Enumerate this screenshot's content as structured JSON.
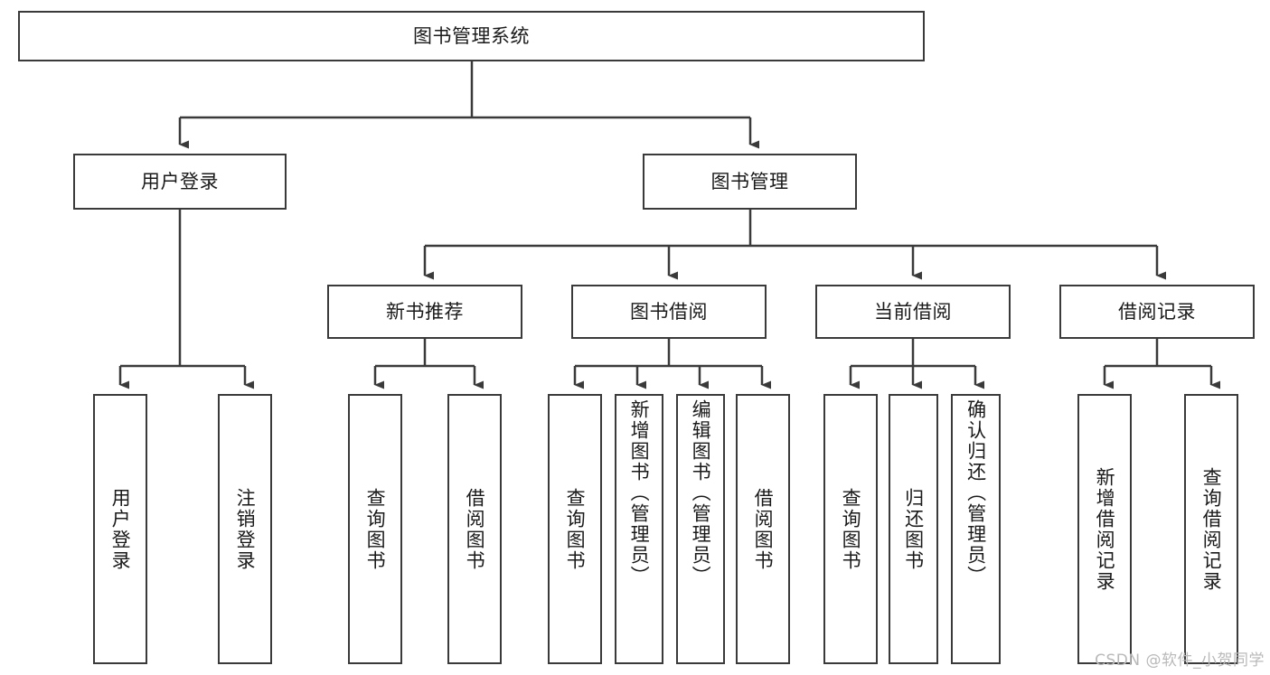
{
  "diagram": {
    "title": "图书管理系统",
    "type": "tree-hierarchy",
    "root": {
      "id": "root",
      "label": "图书管理系统"
    },
    "level2": [
      {
        "id": "user-login",
        "label": "用户登录"
      },
      {
        "id": "book-management",
        "label": "图书管理"
      }
    ],
    "level3": [
      {
        "id": "new-book-recommend",
        "label": "新书推荐",
        "parent": "book-management"
      },
      {
        "id": "book-borrow",
        "label": "图书借阅",
        "parent": "book-management"
      },
      {
        "id": "current-borrow",
        "label": "当前借阅",
        "parent": "book-management"
      },
      {
        "id": "borrow-record",
        "label": "借阅记录",
        "parent": "book-management"
      }
    ],
    "leaves": [
      {
        "id": "leaf-user-login",
        "label": "用户登录",
        "parent": "user-login"
      },
      {
        "id": "leaf-logout-login",
        "label": "注销登录",
        "parent": "user-login"
      },
      {
        "id": "leaf-query-book-1",
        "label": "查询图书",
        "parent": "new-book-recommend"
      },
      {
        "id": "leaf-borrow-book-1",
        "label": "借阅图书",
        "parent": "new-book-recommend"
      },
      {
        "id": "leaf-query-book-2",
        "label": "查询图书",
        "parent": "book-borrow"
      },
      {
        "id": "leaf-add-book",
        "label": "新增图书（管理员）",
        "parent": "book-borrow"
      },
      {
        "id": "leaf-edit-book",
        "label": "编辑图书（管理员）",
        "parent": "book-borrow"
      },
      {
        "id": "leaf-borrow-book-2",
        "label": "借阅图书",
        "parent": "book-borrow"
      },
      {
        "id": "leaf-query-book-3",
        "label": "查询图书",
        "parent": "current-borrow"
      },
      {
        "id": "leaf-return-book",
        "label": "归还图书",
        "parent": "current-borrow"
      },
      {
        "id": "leaf-confirm-return",
        "label": "确认归还（管理员）",
        "parent": "current-borrow"
      },
      {
        "id": "leaf-add-record",
        "label": "新增借阅记录",
        "parent": "borrow-record"
      },
      {
        "id": "leaf-query-record",
        "label": "查询借阅记录",
        "parent": "borrow-record"
      }
    ]
  },
  "watermark": {
    "text": "CSDN @软件_小贺同学"
  },
  "colors": {
    "stroke": "#3a3a3a",
    "text": "#1a1a1a",
    "background": "#ffffff",
    "watermark": "#b9b9b9"
  }
}
